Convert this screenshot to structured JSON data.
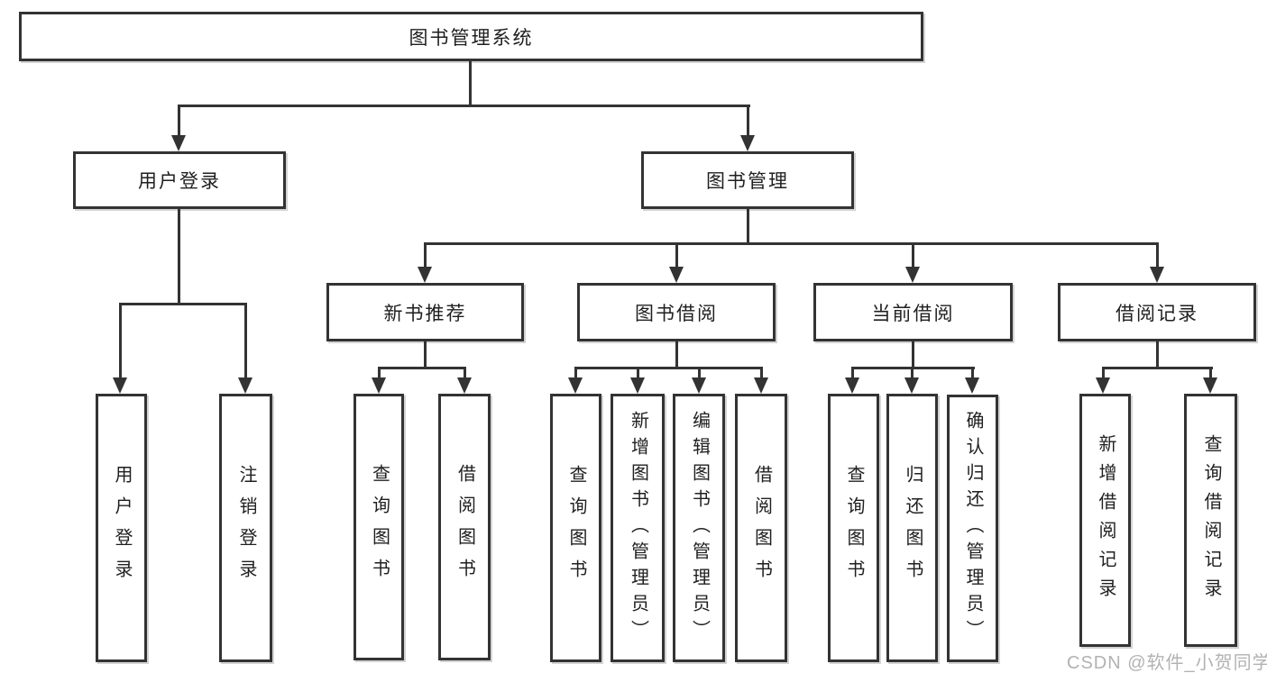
{
  "diagram": {
    "type": "tree",
    "tree": {
      "root": {
        "label": "图书管理系统"
      },
      "branches": [
        {
          "label": "用户登录",
          "children": [
            {
              "label": "用户登录"
            },
            {
              "label": "注销登录"
            }
          ]
        },
        {
          "label": "图书管理",
          "children": [
            {
              "label": "新书推荐",
              "children": [
                {
                  "label": "查询图书"
                },
                {
                  "label": "借阅图书"
                }
              ]
            },
            {
              "label": "图书借阅",
              "children": [
                {
                  "label": "查询图书"
                },
                {
                  "label": "新增图书（管理员）"
                },
                {
                  "label": "编辑图书（管理员）"
                },
                {
                  "label": "借阅图书"
                }
              ]
            },
            {
              "label": "当前借阅",
              "children": [
                {
                  "label": "查询图书"
                },
                {
                  "label": "归还图书"
                },
                {
                  "label": "确认归还（管理员）"
                }
              ]
            },
            {
              "label": "借阅记录",
              "children": [
                {
                  "label": "新增借阅记录"
                },
                {
                  "label": "查询借阅记录"
                }
              ]
            }
          ]
        }
      ]
    }
  },
  "watermark": {
    "text": "CSDN @软件_小贺同学"
  },
  "colors": {
    "line": "#333333",
    "text": "#1f1f1f",
    "box_background": "#ffffff",
    "background": "#ffffff",
    "watermark": "#b2b2b2"
  }
}
